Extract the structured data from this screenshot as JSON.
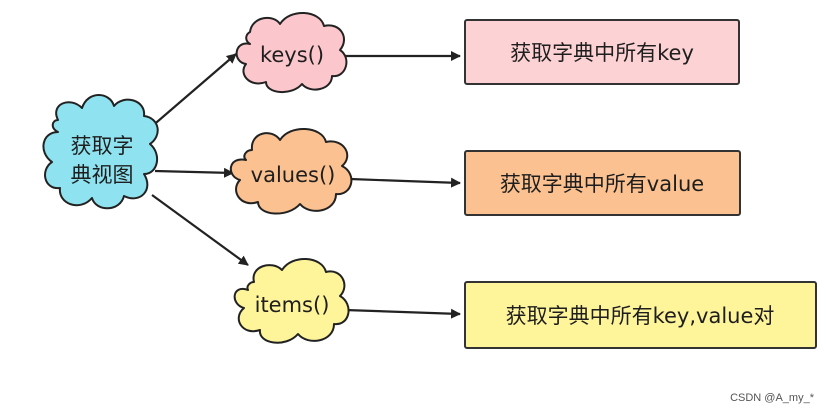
{
  "center_node": {
    "line1": "获取字",
    "line2": "典视图",
    "color": "#8FE3F0"
  },
  "methods": [
    {
      "label": "keys()",
      "description": "获取字典中所有key",
      "cloud_color": "#FCC7CC",
      "box_color": "#FCD2D4"
    },
    {
      "label": "values()",
      "description": "获取字典中所有value",
      "cloud_color": "#FBC190",
      "box_color": "#FBC190"
    },
    {
      "label": "items()",
      "description": "获取字典中所有key,value对",
      "cloud_color": "#FEF49A",
      "box_color": "#FEF49A"
    }
  ],
  "watermark": "CSDN @A_my_*"
}
